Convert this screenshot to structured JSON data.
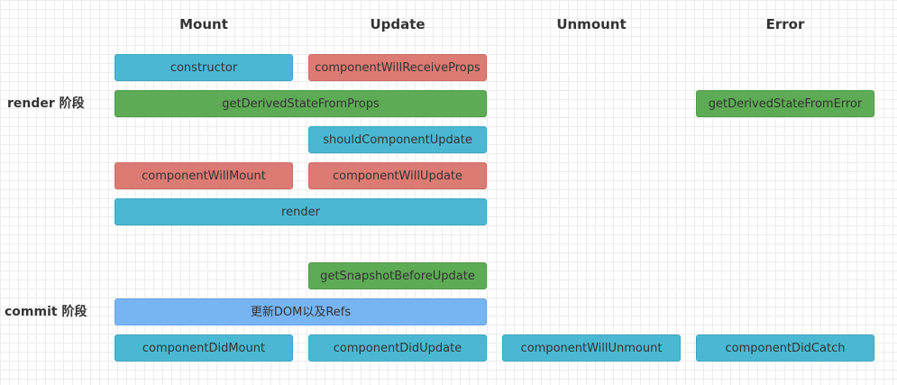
{
  "columns": {
    "mount": "Mount",
    "update": "Update",
    "unmount": "Unmount",
    "error": "Error"
  },
  "phases": {
    "render": "render 阶段",
    "commit": "commit 阶段"
  },
  "methods": {
    "constructor": "constructor",
    "componentWillReceiveProps": "componentWillReceiveProps",
    "getDerivedStateFromProps": "getDerivedStateFromProps",
    "getDerivedStateFromError": "getDerivedStateFromError",
    "shouldComponentUpdate": "shouldComponentUpdate",
    "componentWillMount": "componentWillMount",
    "componentWillUpdate": "componentWillUpdate",
    "render": "render",
    "getSnapshotBeforeUpdate": "getSnapshotBeforeUpdate",
    "updateDomAndRefs": "更新DOM以及Refs",
    "componentDidMount": "componentDidMount",
    "componentDidUpdate": "componentDidUpdate",
    "componentWillUnmount": "componentWillUnmount",
    "componentDidCatch": "componentDidCatch"
  },
  "colors": {
    "cyan": "#4ab8d3",
    "red": "#dc7b73",
    "green": "#5eab55",
    "blue": "#77b4f2",
    "grid": "#ececec"
  }
}
